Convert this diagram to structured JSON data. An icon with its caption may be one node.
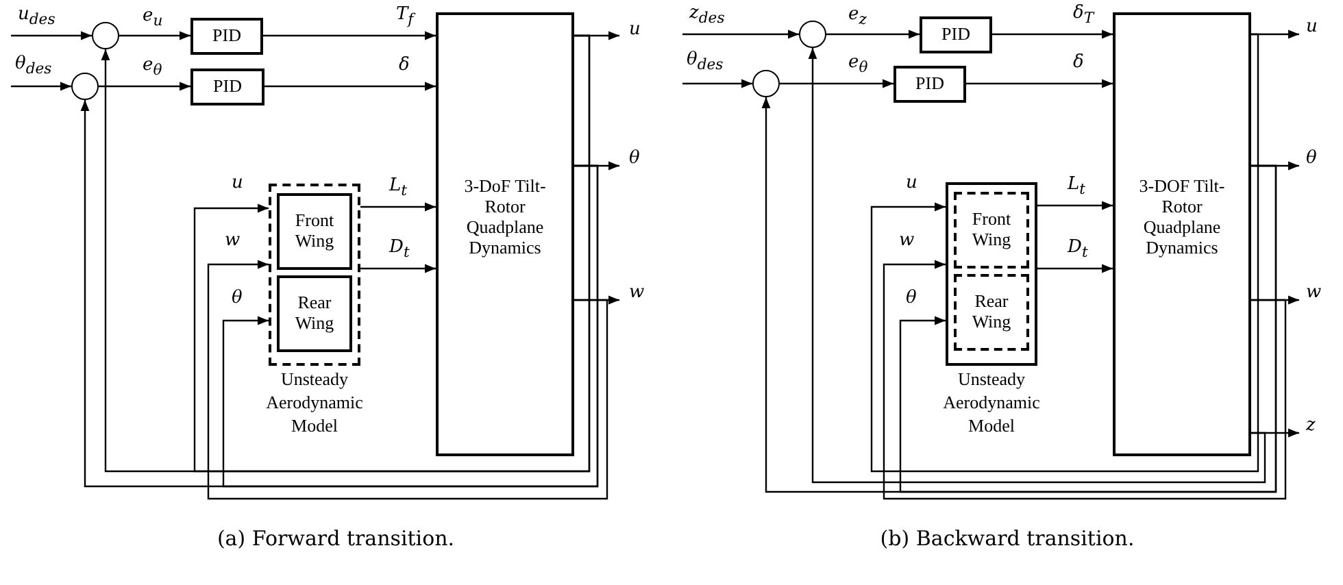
{
  "diagram": {
    "nodes": [
      {
        "text": [],
        "shape": "circle"
      },
      {
        "text": [],
        "shape": "circle"
      },
      {
        "text": [
          "PID"
        ]
      },
      {
        "text": [
          "PID"
        ]
      },
      {
        "text": [
          "3-DoF Tilt-Rotor Quadplane Dynamics"
        ]
      },
      {
        "text": [
          "Unsteady Aerodynamic Model"
        ]
      },
      {
        "text": [
          "Front Wing"
        ],
        "in": 5
      },
      {
        "text": [
          "Rear Wing"
        ],
        "in": 5
      },
      {
        "text": [],
        "shape": "circle"
      },
      {
        "text": [],
        "shape": "circle"
      },
      {
        "text": [
          "PID"
        ]
      },
      {
        "text": [
          "PID"
        ]
      },
      {
        "text": [
          "3-DOF Tilt-Rotor Quadplane Dynamics"
        ]
      },
      {
        "text": [
          "Unsteady Aerodynamic Model"
        ]
      },
      {
        "text": [
          "Front Wing"
        ],
        "in": 13
      },
      {
        "text": [
          "Rear Wing"
        ],
        "in": 13
      }
    ],
    "edges": [
      {
        "from": null,
        "to": 0,
        "arrow": "to",
        "label": "u$_{des}$"
      },
      {
        "from": null,
        "to": 1,
        "arrow": "to",
        "label": "θ$_{des}$"
      },
      {
        "from": 0,
        "to": 2,
        "arrow": "to",
        "label": "e$_{u}$"
      },
      {
        "from": 1,
        "to": 3,
        "arrow": "to",
        "label": "e$_{θ}$"
      },
      {
        "from": 2,
        "to": 4,
        "arrow": "to",
        "label": "T$_{f}$"
      },
      {
        "from": 3,
        "to": 4,
        "arrow": "to",
        "label": "δ"
      },
      {
        "from": 5,
        "to": 4,
        "arrow": "to",
        "label": "L$_{t}$"
      },
      {
        "from": 5,
        "to": 4,
        "arrow": "to",
        "label": "D$_{t}$"
      },
      {
        "from": 4,
        "to": null,
        "arrow": "to",
        "label": "u"
      },
      {
        "from": 4,
        "to": null,
        "arrow": "to",
        "label": "θ"
      },
      {
        "from": 4,
        "to": null,
        "arrow": "to",
        "label": "w"
      },
      {
        "from": 4,
        "to": 0,
        "arrow": "to"
      },
      {
        "from": 4,
        "to": 1,
        "arrow": "to"
      },
      {
        "from": 4,
        "to": 5,
        "arrow": "to",
        "label": "u"
      },
      {
        "from": 4,
        "to": 5,
        "arrow": "to",
        "label": "w"
      },
      {
        "from": 4,
        "to": 5,
        "arrow": "to",
        "label": "θ"
      },
      {
        "from": null,
        "to": 8,
        "arrow": "to",
        "label": "z$_{des}$"
      },
      {
        "from": null,
        "to": 9,
        "arrow": "to",
        "label": "θ$_{des}$"
      },
      {
        "from": 8,
        "to": 10,
        "arrow": "to",
        "label": "e$_{z}$"
      },
      {
        "from": 9,
        "to": 11,
        "arrow": "to",
        "label": "e$_{θ}$"
      },
      {
        "from": 10,
        "to": 12,
        "arrow": "to",
        "label": "δ$_{T}$"
      },
      {
        "from": 11,
        "to": 12,
        "arrow": "to",
        "label": "δ"
      },
      {
        "from": 13,
        "to": 12,
        "arrow": "to",
        "label": "L$_{t}$"
      },
      {
        "from": 13,
        "to": 12,
        "arrow": "to",
        "label": "D$_{t}$"
      },
      {
        "from": 12,
        "to": null,
        "arrow": "to",
        "label": "u"
      },
      {
        "from": 12,
        "to": null,
        "arrow": "to",
        "label": "θ"
      },
      {
        "from": 12,
        "to": null,
        "arrow": "to",
        "label": "w"
      },
      {
        "from": 12,
        "to": null,
        "arrow": "to",
        "label": "z"
      },
      {
        "from": 12,
        "to": 8,
        "arrow": "to"
      },
      {
        "from": 12,
        "to": 9,
        "arrow": "to"
      },
      {
        "from": 12,
        "to": 13,
        "arrow": "to",
        "label": "u"
      },
      {
        "from": 12,
        "to": 13,
        "arrow": "to",
        "label": "w"
      },
      {
        "from": 12,
        "to": 13,
        "arrow": "to",
        "label": "θ"
      }
    ],
    "labels": [
      "(a) Forward transition.",
      "(b) Backward transition."
    ]
  }
}
